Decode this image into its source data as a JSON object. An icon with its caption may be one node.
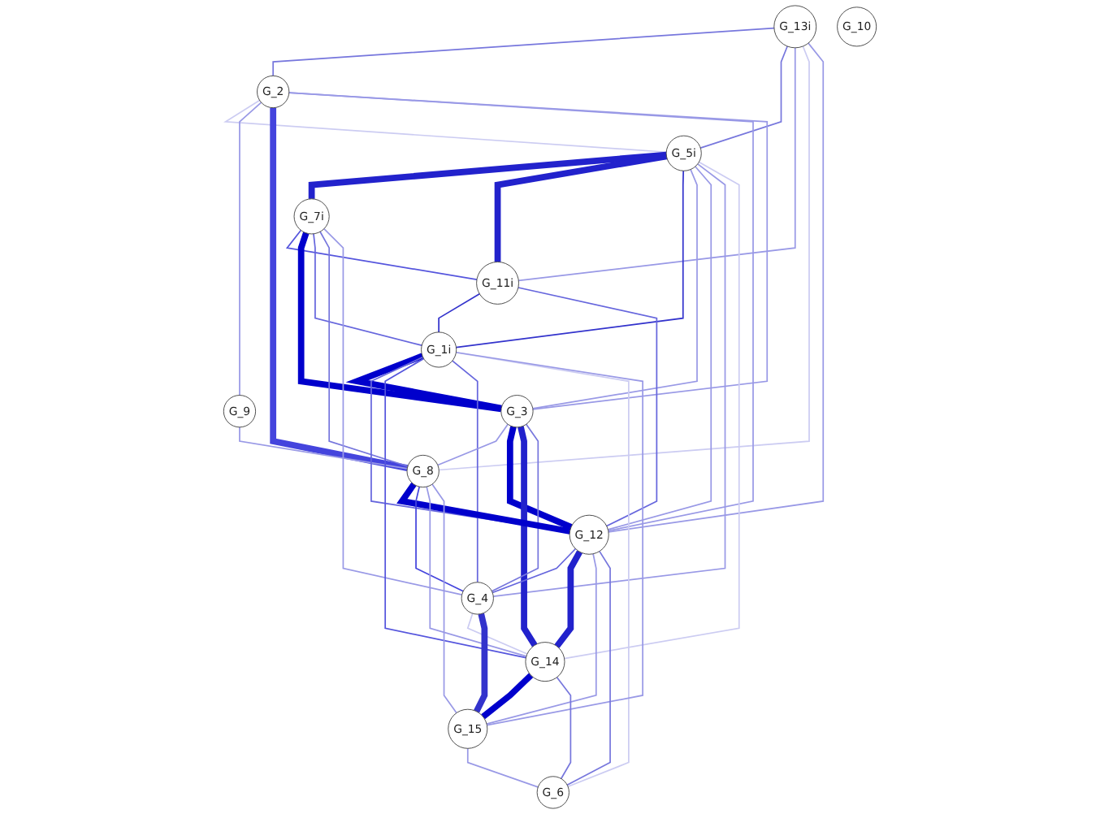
{
  "diagram": {
    "nodes": [
      {
        "text": [
          "G_13i"
        ]
      },
      {
        "text": [
          "G_5i"
        ]
      },
      {
        "text": [
          "G_2"
        ]
      },
      {
        "text": [
          "G_7i"
        ]
      },
      {
        "text": [
          "G_11i"
        ]
      },
      {
        "text": [
          "G_9"
        ]
      },
      {
        "text": [
          "G_8"
        ]
      },
      {
        "text": [
          "G_3"
        ]
      },
      {
        "text": [
          "G_1i"
        ]
      },
      {
        "text": [
          "G_10"
        ]
      },
      {
        "text": [
          "G_12"
        ]
      },
      {
        "text": [
          "G_4"
        ]
      },
      {
        "text": [
          "G_14"
        ]
      },
      {
        "text": [
          "G_15"
        ]
      },
      {
        "text": [
          "G_6"
        ]
      }
    ],
    "edges": [
      {
        "from": 0,
        "to": 2,
        "arrow": "none",
        "color": "#7777dd"
      },
      {
        "from": 0,
        "to": 1,
        "arrow": "none",
        "color": "#7777dd"
      },
      {
        "from": 0,
        "to": 4,
        "arrow": "none"
      },
      {
        "from": 0,
        "to": 6,
        "arrow": "none",
        "color": "#ccccf2"
      },
      {
        "from": 0,
        "to": 10,
        "arrow": "none"
      },
      {
        "from": 2,
        "to": 1,
        "arrow": "none",
        "color": "#ccccf2"
      },
      {
        "from": 2,
        "to": 5,
        "arrow": "none"
      },
      {
        "from": 2,
        "to": 6,
        "arrow": "none",
        "style": "thick",
        "color": "#4444dd"
      },
      {
        "from": 2,
        "to": 10,
        "arrow": "none"
      },
      {
        "from": 2,
        "to": 7,
        "arrow": "none"
      },
      {
        "from": 5,
        "to": 6,
        "arrow": "none"
      },
      {
        "from": 1,
        "to": 3,
        "arrow": "none",
        "style": "thick",
        "color": "#2222cc"
      },
      {
        "from": 1,
        "to": 4,
        "arrow": "none",
        "style": "thick",
        "color": "#2222cc"
      },
      {
        "from": 1,
        "to": 8,
        "arrow": "none",
        "color": "#3333cc"
      },
      {
        "from": 1,
        "to": 7,
        "arrow": "none"
      },
      {
        "from": 1,
        "to": 10,
        "arrow": "none"
      },
      {
        "from": 1,
        "to": 11,
        "arrow": "none"
      },
      {
        "from": 1,
        "to": 12,
        "arrow": "none",
        "color": "#ccccf2"
      },
      {
        "from": 3,
        "to": 4,
        "arrow": "none",
        "color": "#5555dd"
      },
      {
        "from": 3,
        "to": 7,
        "arrow": "none",
        "style": "thick",
        "color": "#0000cc"
      },
      {
        "from": 3,
        "to": 8,
        "arrow": "none",
        "color": "#6666dd"
      },
      {
        "from": 3,
        "to": 6,
        "arrow": "none",
        "color": "#7777dd"
      },
      {
        "from": 3,
        "to": 11,
        "arrow": "none"
      },
      {
        "from": 4,
        "to": 8,
        "arrow": "none",
        "color": "#3333cc"
      },
      {
        "from": 4,
        "to": 10,
        "arrow": "none",
        "color": "#6666dd"
      },
      {
        "from": 8,
        "to": 7,
        "arrow": "none",
        "style": "thick",
        "color": "#0000cc"
      },
      {
        "from": 8,
        "to": 10,
        "arrow": "none",
        "color": "#6666dd"
      },
      {
        "from": 8,
        "to": 12,
        "arrow": "none",
        "color": "#5555dd"
      },
      {
        "from": 8,
        "to": 11,
        "arrow": "none",
        "color": "#6666dd"
      },
      {
        "from": 8,
        "to": 14,
        "arrow": "none",
        "color": "#ccccf2"
      },
      {
        "from": 8,
        "to": 13,
        "arrow": "none"
      },
      {
        "from": 7,
        "to": 6,
        "arrow": "none"
      },
      {
        "from": 7,
        "to": 10,
        "arrow": "none",
        "style": "thick",
        "color": "#0000cc"
      },
      {
        "from": 7,
        "to": 12,
        "arrow": "none",
        "style": "thick",
        "color": "#2222cc"
      },
      {
        "from": 7,
        "to": 11,
        "arrow": "none",
        "color": "#7777dd"
      },
      {
        "from": 6,
        "to": 10,
        "arrow": "none",
        "style": "thick",
        "color": "#0000cc"
      },
      {
        "from": 6,
        "to": 11,
        "arrow": "none",
        "color": "#4444dd"
      },
      {
        "from": 6,
        "to": 12,
        "arrow": "none"
      },
      {
        "from": 6,
        "to": 13,
        "arrow": "none"
      },
      {
        "from": 10,
        "to": 11,
        "arrow": "none",
        "color": "#6666dd"
      },
      {
        "from": 10,
        "to": 12,
        "arrow": "none",
        "style": "thick",
        "color": "#2222cc"
      },
      {
        "from": 10,
        "to": 13,
        "arrow": "none"
      },
      {
        "from": 10,
        "to": 14,
        "arrow": "none",
        "color": "#7777dd"
      },
      {
        "from": 11,
        "to": 12,
        "arrow": "none",
        "color": "#ccccf2"
      },
      {
        "from": 11,
        "to": 13,
        "arrow": "none",
        "style": "thick",
        "color": "#3333cc"
      },
      {
        "from": 12,
        "to": 13,
        "arrow": "none",
        "style": "thick",
        "color": "#0000cc"
      },
      {
        "from": 12,
        "to": 14,
        "arrow": "none",
        "color": "#7777dd"
      },
      {
        "from": 13,
        "to": 14,
        "arrow": "none"
      }
    ]
  }
}
